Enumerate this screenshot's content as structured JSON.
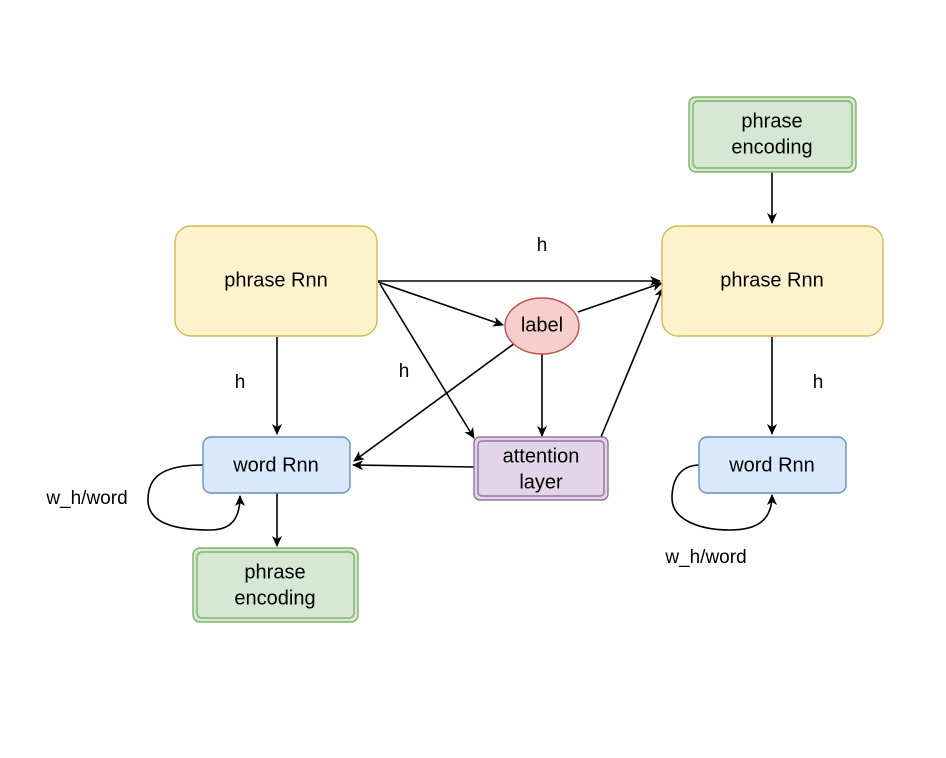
{
  "nodes": {
    "phrase_encoding_top": {
      "line1": "phrase",
      "line2": "encoding"
    },
    "phrase_rnn_left": {
      "label": "phrase Rnn"
    },
    "phrase_rnn_right": {
      "label": "phrase Rnn"
    },
    "label_node": {
      "label": "label"
    },
    "word_rnn_left": {
      "label": "word Rnn"
    },
    "word_rnn_right": {
      "label": "word Rnn"
    },
    "attention_layer": {
      "line1": "attention",
      "line2": "layer"
    },
    "phrase_encoding_bottom": {
      "line1": "phrase",
      "line2": "encoding"
    }
  },
  "edge_labels": {
    "h_top": "h",
    "h_left": "h",
    "h_middle": "h",
    "h_right": "h",
    "loop_left": "w_h/word",
    "loop_right": "w_h/word"
  },
  "colors": {
    "yellow_fill": "#fff2cc",
    "yellow_stroke": "#d6b656",
    "green_fill": "#d5e8d4",
    "green_stroke": "#82b366",
    "blue_fill": "#dae8fc",
    "blue_stroke": "#6c8ebf",
    "red_fill": "#f8cecc",
    "red_stroke": "#b85450",
    "purple_fill": "#e1d5e7",
    "purple_stroke": "#9673a6"
  }
}
